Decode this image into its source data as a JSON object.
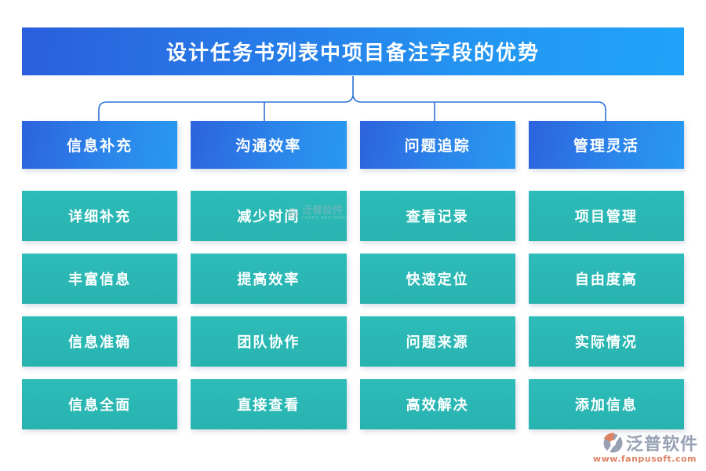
{
  "title": "设计任务书列表中项目备注字段的优势",
  "columns": [
    {
      "header": "信息补充",
      "items": [
        "详细补充",
        "丰富信息",
        "信息准确",
        "信息全面"
      ]
    },
    {
      "header": "沟通效率",
      "items": [
        "减少时间",
        "提高效率",
        "团队协作",
        "直接查看"
      ]
    },
    {
      "header": "问题追踪",
      "items": [
        "查看记录",
        "快速定位",
        "问题来源",
        "高效解决"
      ]
    },
    {
      "header": "管理灵活",
      "items": [
        "项目管理",
        "自由度高",
        "实际情况",
        "添加信息"
      ]
    }
  ],
  "watermark": {
    "name": "泛普软件",
    "subtext": "FANPU SOFTWARE"
  },
  "footer": {
    "brand": "泛普软件",
    "url": "www.fanpusoft.com"
  },
  "colors": {
    "title_gradient_start": "#2a5fdd",
    "title_gradient_end": "#1fa3f8",
    "header_gradient_start": "#2c63de",
    "header_gradient_end": "#2899f0",
    "item_teal": "#2ab7b3",
    "connector": "#2b72d9",
    "brand_gray": "#97a1b3",
    "brand_orange": "#dd8263"
  }
}
